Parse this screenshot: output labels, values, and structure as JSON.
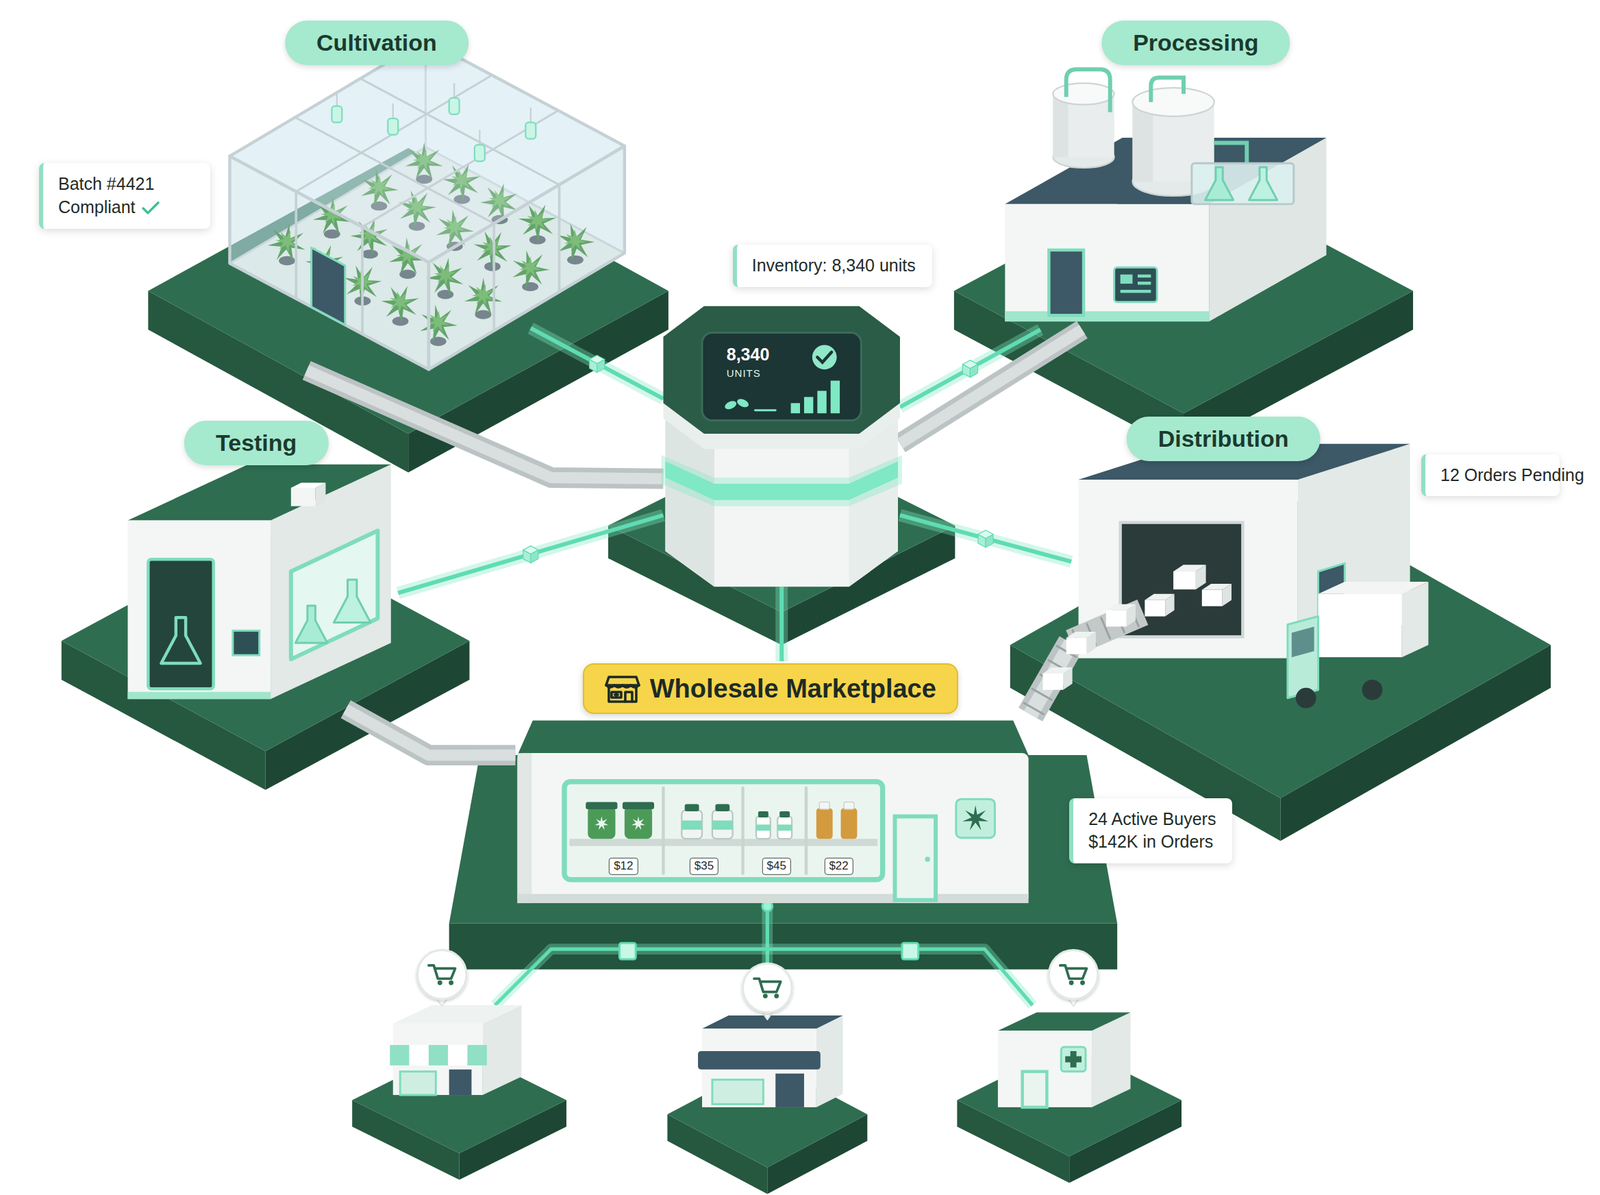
{
  "diagram": {
    "nodes": [
      {
        "text": [
          "Cultivation"
        ]
      },
      {
        "text": [
          "Processing"
        ]
      },
      {
        "text": [
          "Batch #4421 Compliant"
        ]
      },
      {
        "text": [
          "Inventory: 8,340 units"
        ]
      },
      {
        "text": [
          "8,340",
          "UNITS"
        ]
      },
      {
        "text": [
          "Testing"
        ]
      },
      {
        "text": [
          "Distribution"
        ]
      },
      {
        "text": [
          "12 Orders Pending"
        ]
      },
      {
        "text": [
          "Wholesale Marketplace"
        ]
      },
      {
        "text": [
          "24 Active Buyers",
          "$142K in Orders"
        ]
      }
    ],
    "edges": [
      {
        "from": 0,
        "to": 4,
        "arrow": "none"
      },
      {
        "from": 1,
        "to": 4,
        "arrow": "none"
      },
      {
        "from": 5,
        "to": 4,
        "arrow": "none"
      },
      {
        "from": 6,
        "to": 4,
        "arrow": "none"
      },
      {
        "from": 4,
        "to": 8,
        "arrow": "none"
      },
      {
        "from": 0,
        "to": 4,
        "arrow": "none"
      },
      {
        "from": 1,
        "to": 4,
        "arrow": "none"
      },
      {
        "from": 5,
        "to": 8,
        "arrow": "none"
      },
      {
        "from": 6,
        "to": 8,
        "arrow": "none"
      }
    ],
    "labels": [
      "$12",
      "$35",
      "$45",
      "$22"
    ]
  }
}
